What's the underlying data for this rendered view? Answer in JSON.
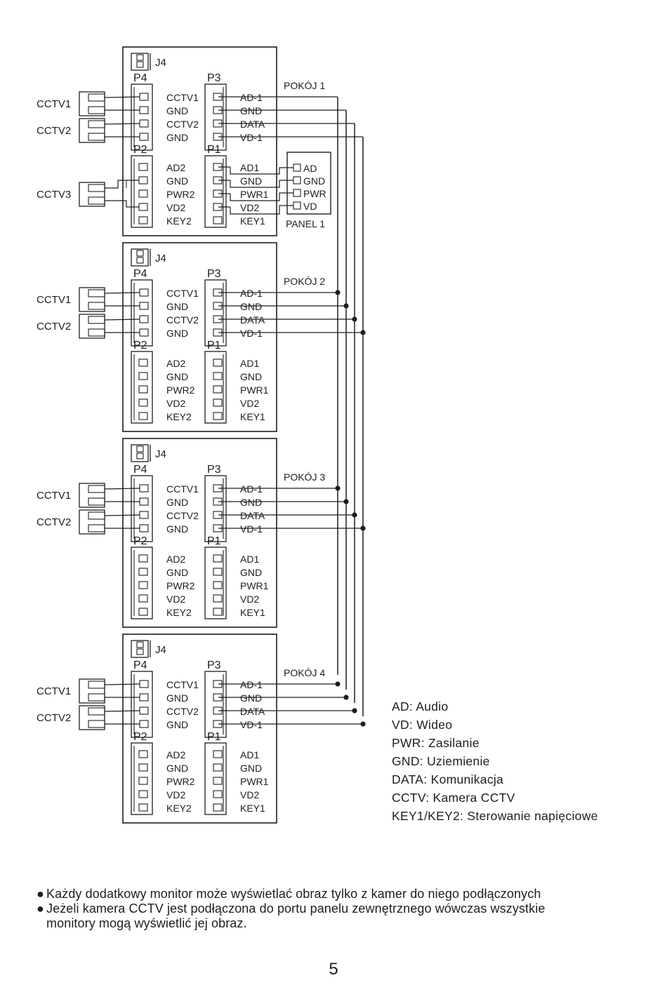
{
  "units": [
    {
      "room": "POKÓJ 1",
      "j4": "J4",
      "p4": {
        "title": "P4",
        "pins": [
          "CCTV1",
          "GND",
          "CCTV2",
          "GND"
        ]
      },
      "p3": {
        "title": "P3",
        "pins": [
          "AD-1",
          "GND",
          "DATA",
          "VD-1"
        ]
      },
      "p2": {
        "title": "P2",
        "pins": [
          "AD2",
          "GND",
          "PWR2",
          "VD2",
          "KEY2"
        ]
      },
      "p1": {
        "title": "P1",
        "pins": [
          "AD1",
          "GND",
          "PWR1",
          "VD2",
          "KEY1"
        ]
      },
      "cameras": [
        "CCTV1",
        "CCTV2",
        "CCTV3"
      ]
    },
    {
      "room": "POKÓJ 2",
      "j4": "J4",
      "p4": {
        "title": "P4",
        "pins": [
          "CCTV1",
          "GND",
          "CCTV2",
          "GND"
        ]
      },
      "p3": {
        "title": "P3",
        "pins": [
          "AD-1",
          "GND",
          "DATA",
          "VD-1"
        ]
      },
      "p2": {
        "title": "P2",
        "pins": [
          "AD2",
          "GND",
          "PWR2",
          "VD2",
          "KEY2"
        ]
      },
      "p1": {
        "title": "P1",
        "pins": [
          "AD1",
          "GND",
          "PWR1",
          "VD2",
          "KEY1"
        ]
      },
      "cameras": [
        "CCTV1",
        "CCTV2"
      ]
    },
    {
      "room": "POKÓJ 3",
      "j4": "J4",
      "p4": {
        "title": "P4",
        "pins": [
          "CCTV1",
          "GND",
          "CCTV2",
          "GND"
        ]
      },
      "p3": {
        "title": "P3",
        "pins": [
          "AD-1",
          "GND",
          "DATA",
          "VD-1"
        ]
      },
      "p2": {
        "title": "P2",
        "pins": [
          "AD2",
          "GND",
          "PWR2",
          "VD2",
          "KEY2"
        ]
      },
      "p1": {
        "title": "P1",
        "pins": [
          "AD1",
          "GND",
          "PWR1",
          "VD2",
          "KEY1"
        ]
      },
      "cameras": [
        "CCTV1",
        "CCTV2"
      ]
    },
    {
      "room": "POKÓJ 4",
      "j4": "J4",
      "p4": {
        "title": "P4",
        "pins": [
          "CCTV1",
          "GND",
          "CCTV2",
          "GND"
        ]
      },
      "p3": {
        "title": "P3",
        "pins": [
          "AD-1",
          "GND",
          "DATA",
          "VD-1"
        ]
      },
      "p2": {
        "title": "P2",
        "pins": [
          "AD2",
          "GND",
          "PWR2",
          "VD2",
          "KEY2"
        ]
      },
      "p1": {
        "title": "P1",
        "pins": [
          "AD1",
          "GND",
          "PWR1",
          "VD2",
          "KEY1"
        ]
      },
      "cameras": [
        "CCTV1",
        "CCTV2"
      ]
    }
  ],
  "panel": {
    "title": "PANEL 1",
    "pins": [
      "AD",
      "GND",
      "PWR",
      "VD"
    ]
  },
  "legend": [
    "AD: Audio",
    "VD: Wideo",
    "PWR: Zasilanie",
    "GND: Uziemienie",
    "DATA: Komunikacja",
    "CCTV: Kamera CCTV",
    "KEY1/KEY2: Sterowanie napięciowe"
  ],
  "notes": {
    "bullet": "●",
    "items": [
      [
        "Każdy dodatkowy monitor może wyświetlać obraz tylko z kamer do niego podłączonych"
      ],
      [
        "Jeżeli kamera CCTV jest podłączona do portu panelu zewnętrznego wówczas wszystkie",
        "monitory mogą wyświetlić jej obraz."
      ]
    ]
  },
  "page_number": "5",
  "colors": {
    "ink": "#1e1e1e",
    "paper": "#ffffff"
  }
}
